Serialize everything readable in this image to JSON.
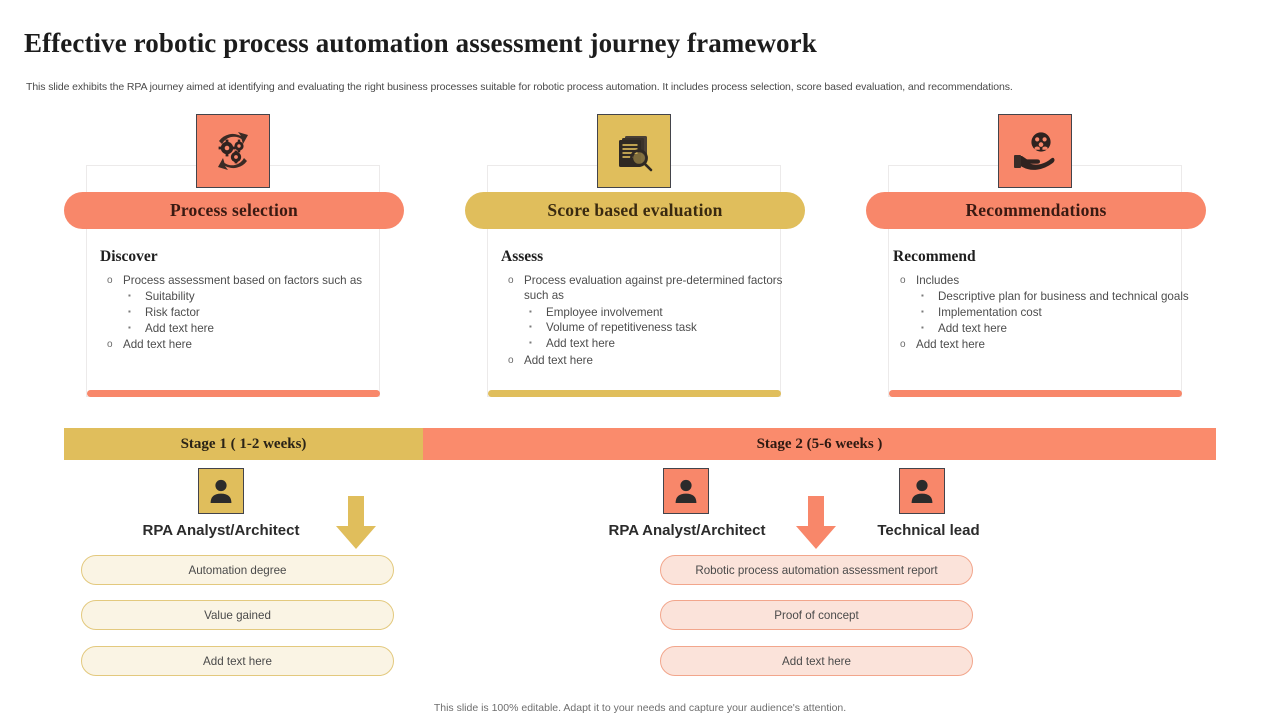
{
  "header": {
    "title": "Effective robotic process automation assessment journey framework",
    "subtitle": "This slide exhibits the RPA journey aimed at identifying and evaluating the right business processes suitable for robotic process automation. It includes process selection, score based evaluation, and recommendations."
  },
  "colors": {
    "salmon": "#F8876A",
    "gold": "#E0BE5C",
    "salmon_pill_fill": "#FBE3DA",
    "gold_pill_fill": "#FAF4E4"
  },
  "columns": [
    {
      "icon": "gears-cycle-icon",
      "icon_theme": "salmon",
      "header": "Process selection",
      "stage_name": "Discover",
      "bullets": [
        {
          "text": "Process assessment based on factors such as",
          "sub": [
            "Suitability",
            "Risk factor",
            "Add text here"
          ]
        },
        {
          "text": "Add text here",
          "sub": []
        }
      ]
    },
    {
      "icon": "documents-magnifier-icon",
      "icon_theme": "gold",
      "header": "Score based evaluation",
      "stage_name": "Assess",
      "bullets": [
        {
          "text": "Process evaluation against pre-determined factors such as",
          "sub": [
            "Employee involvement",
            "Volume of repetitiveness task",
            "Add text here"
          ]
        },
        {
          "text": "Add text here",
          "sub": []
        }
      ]
    },
    {
      "icon": "hand-holding-people-icon",
      "icon_theme": "salmon",
      "header": "Recommendations",
      "stage_name": "Recommend",
      "bullets": [
        {
          "text": "Includes",
          "sub": [
            "Descriptive plan for business and technical goals",
            "Implementation cost",
            "Add text here"
          ]
        },
        {
          "text": "Add text here",
          "sub": []
        }
      ]
    }
  ],
  "stages": [
    {
      "label": "Stage 1 ( 1-2 weeks)",
      "theme": "gold"
    },
    {
      "label": "Stage 2 (5-6 weeks )",
      "theme": "salmon"
    }
  ],
  "roles": [
    {
      "label": "RPA Analyst/Architect",
      "icon": "person-icon",
      "theme": "gold"
    },
    {
      "label": "RPA Analyst/Architect",
      "icon": "person-icon",
      "theme": "salmon"
    },
    {
      "label": "Technical lead",
      "icon": "person-icon",
      "theme": "salmon"
    }
  ],
  "arrows": [
    {
      "name": "down-arrow-icon",
      "theme": "gold"
    },
    {
      "name": "down-arrow-icon",
      "theme": "salmon"
    }
  ],
  "left_options": [
    "Automation degree",
    "Value gained",
    "Add text here"
  ],
  "right_options": [
    "Robotic process automation assessment report",
    "Proof of concept",
    "Add text here"
  ],
  "footer": "This slide is 100% editable. Adapt it to your needs and capture your audience's attention."
}
